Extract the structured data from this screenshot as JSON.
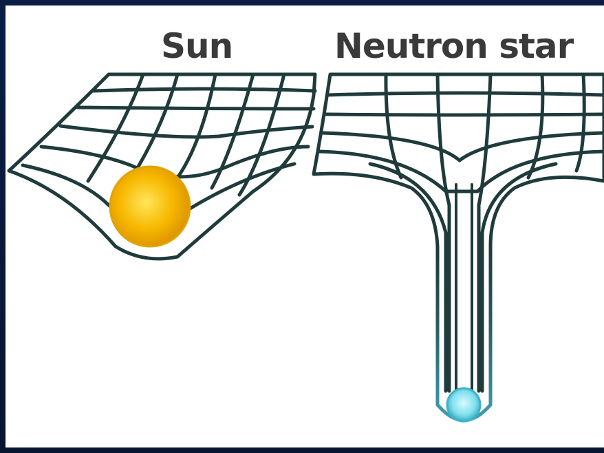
{
  "labels": {
    "sun": "Sun",
    "neutron_star": "Neutron star"
  },
  "colors": {
    "grid_line": "#1f3b3b",
    "sun_core": "#f7b800",
    "sun_edge": "#d98f00",
    "neutron_core": "#7fe0ee",
    "neutron_edge": "#2a9fb5",
    "funnel_teal": "#3f8f9d",
    "frame": "#0b1d45"
  },
  "icons": {
    "sun": "sun-sphere",
    "neutron_star": "neutron-star-sphere"
  }
}
